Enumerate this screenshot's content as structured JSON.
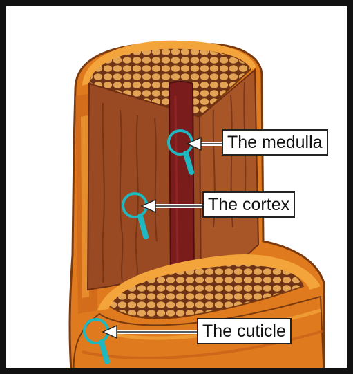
{
  "labels": {
    "medulla": "The medulla",
    "cortex": "The cortex",
    "cuticle": "The cuticle"
  },
  "colors": {
    "frame": "#111111",
    "cuticle_outer": "#e07a1e",
    "cuticle_light": "#f3a43a",
    "cortex": "#9a4a22",
    "cortex_dark": "#6e2f14",
    "medulla": "#7a1c1c",
    "cell_fill": "#e2a454",
    "magnifier": "#1fb8c0"
  },
  "icons": [
    "magnifier-icon",
    "arrow-icon"
  ]
}
